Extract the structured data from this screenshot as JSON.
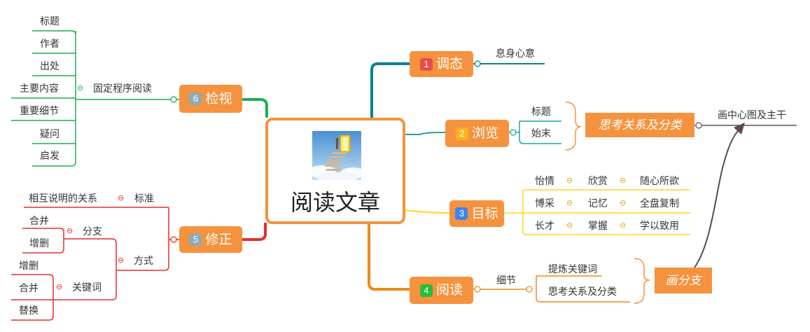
{
  "central": {
    "title": "阅读文章",
    "image": "stairs-door-image"
  },
  "colors": {
    "topic": "#f5923e",
    "b1": "#0a8392",
    "b2": "#19a5a3",
    "b3": "#ffd327",
    "b4": "#ee8a16",
    "b5": "#e62e2e",
    "b6": "#1dae50",
    "note": "#f5923e",
    "badge1": "#e84c4c",
    "badge2": "#f7b31c",
    "badge3": "#3c86f2",
    "badge4": "#27bd3c",
    "badge5": "#8faab3",
    "badge6": "#8faab3"
  },
  "topics": {
    "t1": {
      "num": "1",
      "label": "调态"
    },
    "t2": {
      "num": "2",
      "label": "浏览"
    },
    "t3": {
      "num": "3",
      "label": "目标"
    },
    "t4": {
      "num": "4",
      "label": "阅读"
    },
    "t5": {
      "num": "5",
      "label": "修正"
    },
    "t6": {
      "num": "6",
      "label": "检视"
    }
  },
  "t1": {
    "sub": "息身心意"
  },
  "t2": {
    "sub": [
      "标题",
      "始末"
    ],
    "note": "思考关系及分类"
  },
  "t3": {
    "rows": [
      [
        "怡情",
        "欣赏",
        "随心所欲"
      ],
      [
        "博采",
        "记忆",
        "全盘复制"
      ],
      [
        "长才",
        "掌握",
        "学以致用"
      ]
    ]
  },
  "t4": {
    "sub": "细节",
    "leaves": [
      "提炼关键词",
      "思考关系及分类"
    ],
    "note": "画分支"
  },
  "t5": {
    "biaozhun": "标准",
    "biaozhun_leaf": "相互说明的关系",
    "fangshi": "方式",
    "fenzhi": "分支",
    "fenzhi_leaves": [
      "合并",
      "增删"
    ],
    "guanjianci": "关键词",
    "guanjianci_leaves": [
      "增删",
      "合并",
      "替换"
    ]
  },
  "t6": {
    "sub": "固定程序阅读",
    "leaves": [
      "标题",
      "作者",
      "出处",
      "主要内容",
      "重要细节",
      "疑问",
      "启发"
    ]
  },
  "floating": {
    "label": "画中心图及主干"
  }
}
